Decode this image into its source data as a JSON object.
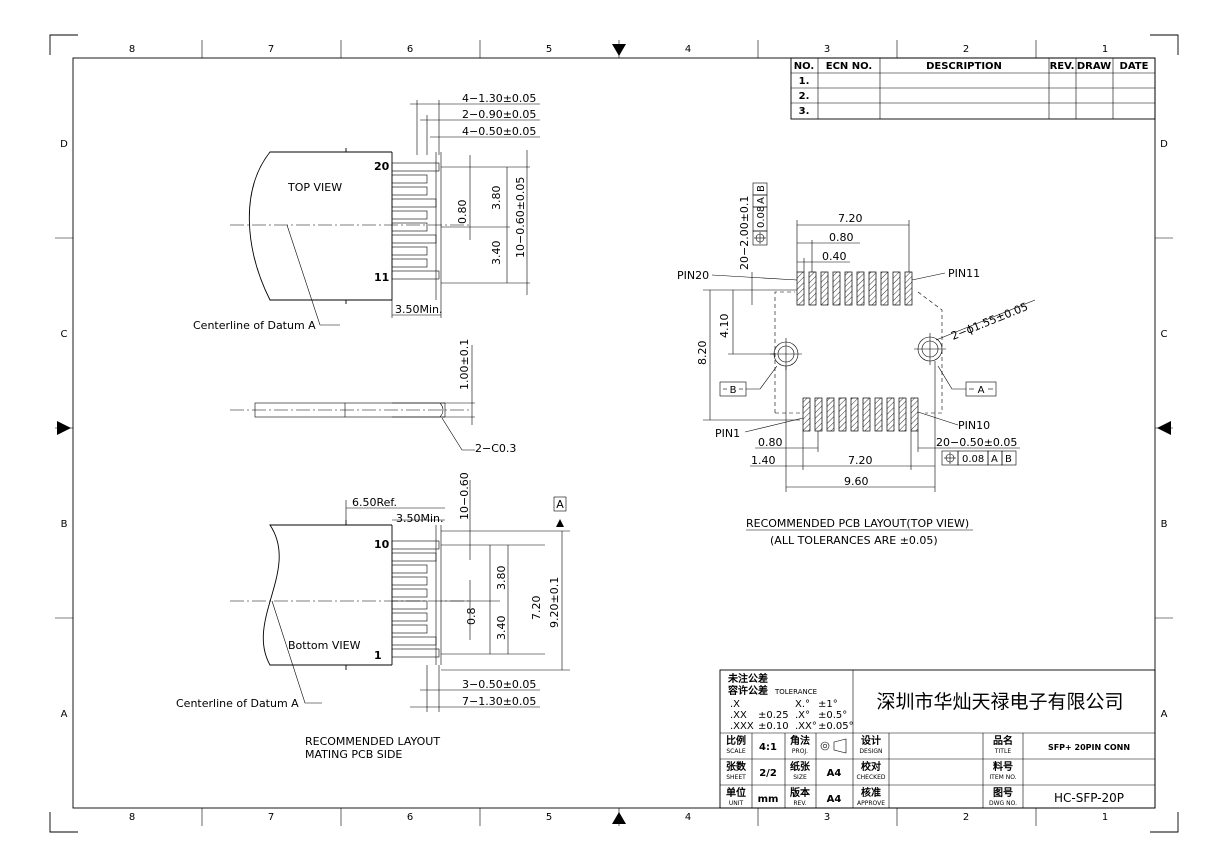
{
  "frame": {
    "zones_top": [
      "8",
      "7",
      "6",
      "5",
      "4",
      "3",
      "2",
      "1"
    ],
    "zones_bottom": [
      "8",
      "7",
      "6",
      "5",
      "4",
      "3",
      "2",
      "1"
    ],
    "rows_left": [
      "D",
      "C",
      "B",
      "A"
    ],
    "rows_right": [
      "D",
      "C",
      "B",
      "A"
    ]
  },
  "revision_table": {
    "headers": [
      "NO.",
      "ECN NO.",
      "DESCRIPTION",
      "REV.",
      "DRAW",
      "DATE"
    ],
    "rows": [
      "1.",
      "2.",
      "3."
    ]
  },
  "top_view": {
    "title": "TOP VIEW",
    "pin_top": "20",
    "pin_bottom": "11",
    "dim_1": "4−1.30±0.05",
    "dim_2": "2−0.90±0.05",
    "dim_3": "4−0.50±0.05",
    "dim_080": "0.80",
    "dim_380": "3.80",
    "dim_340": "3.40",
    "dim_pitch": "10−0.60±0.05",
    "dim_len": "3.50Min.",
    "datum_label": "Centerline of Datum A"
  },
  "side_view": {
    "dim_thick": "1.00±0.1",
    "chamfer": "2−C0.3"
  },
  "bottom_view": {
    "title": "Bottom VIEW",
    "pin_top": "10",
    "pin_bottom": "1",
    "dim_ref": "6.50Ref.",
    "dim_len": "3.50Min.",
    "dim_pitch": "10−0.60",
    "datum_a": "A",
    "dim_380": "3.80",
    "dim_720": "7.20",
    "dim_920": "9.20±0.1",
    "dim_08": "0.8",
    "dim_340": "3.40",
    "dim_3": "3−0.50±0.05",
    "dim_7": "7−1.30±0.05",
    "datum_label": "Centerline of Datum A",
    "caption_1": "RECOMMENDED LAYOUT",
    "caption_2": "MATING PCB SIDE"
  },
  "pcb_layout": {
    "pin20": "PIN20",
    "pin11": "PIN11",
    "pin10": "PIN10",
    "pin1": "PIN1",
    "dim_720_top": "7.20",
    "dim_080_top": "0.80",
    "dim_040": "0.40",
    "dim_pads": "20−2.00±0.1",
    "fcf_top_tol": "0.08",
    "fcf_top_a": "A",
    "fcf_top_b": "B",
    "dim_holes": "2−ϕ1.55±0.05",
    "dim_410": "4.10",
    "dim_820": "8.20",
    "datum_b": "B",
    "datum_a": "A",
    "dim_080_bot": "0.80",
    "dim_140": "1.40",
    "dim_720_bot": "7.20",
    "dim_960": "9.60",
    "dim_pads_bot": "20−0.50±0.05",
    "fcf_bot_tol": "0.08",
    "fcf_bot_a": "A",
    "fcf_bot_b": "B",
    "caption_1": "RECOMMENDED PCB LAYOUT(TOP VIEW)",
    "caption_2": "(ALL TOLERANCES ARE ±0.05)"
  },
  "title_block": {
    "tol_title_cn": "未注公差",
    "tol_sub_cn": "容许公差",
    "tol_sub_en": "TOLERANCE",
    "tol_rows": [
      [
        ".X",
        "",
        "X.°",
        "±1°"
      ],
      [
        ".XX",
        "±0.25",
        ".X°",
        "±0.5°"
      ],
      [
        ".XXX",
        "±0.10",
        ".XX°",
        "±0.05°"
      ]
    ],
    "company": "深圳市华灿天禄电子有限公司",
    "scale_cn": "比例",
    "scale_en": "SCALE",
    "scale_val": "4:1",
    "proj_cn": "角法",
    "proj_en": "PROJ.",
    "design_cn": "设计",
    "design_en": "DESIGN",
    "title_cn": "品名",
    "title_en": "TITLE",
    "title_val": "SFP+ 20PIN CONN",
    "sheet_cn": "张数",
    "sheet_en": "SHEET",
    "sheet_val": "2/2",
    "size_cn": "纸张",
    "size_en": "SIZE",
    "size_val": "A4",
    "checked_cn": "校对",
    "checked_en": "CHECKED",
    "item_cn": "料号",
    "item_en": "ITEM NO.",
    "unit_cn": "单位",
    "unit_en": "UNIT",
    "unit_val": "mm",
    "rev_cn": "版本",
    "rev_en": "REV.",
    "rev_val": "A4",
    "approve_cn": "核准",
    "approve_en": "APPROVE",
    "dwg_cn": "图号",
    "dwg_en": "DWG NO.",
    "dwg_val": "HC-SFP-20P"
  }
}
